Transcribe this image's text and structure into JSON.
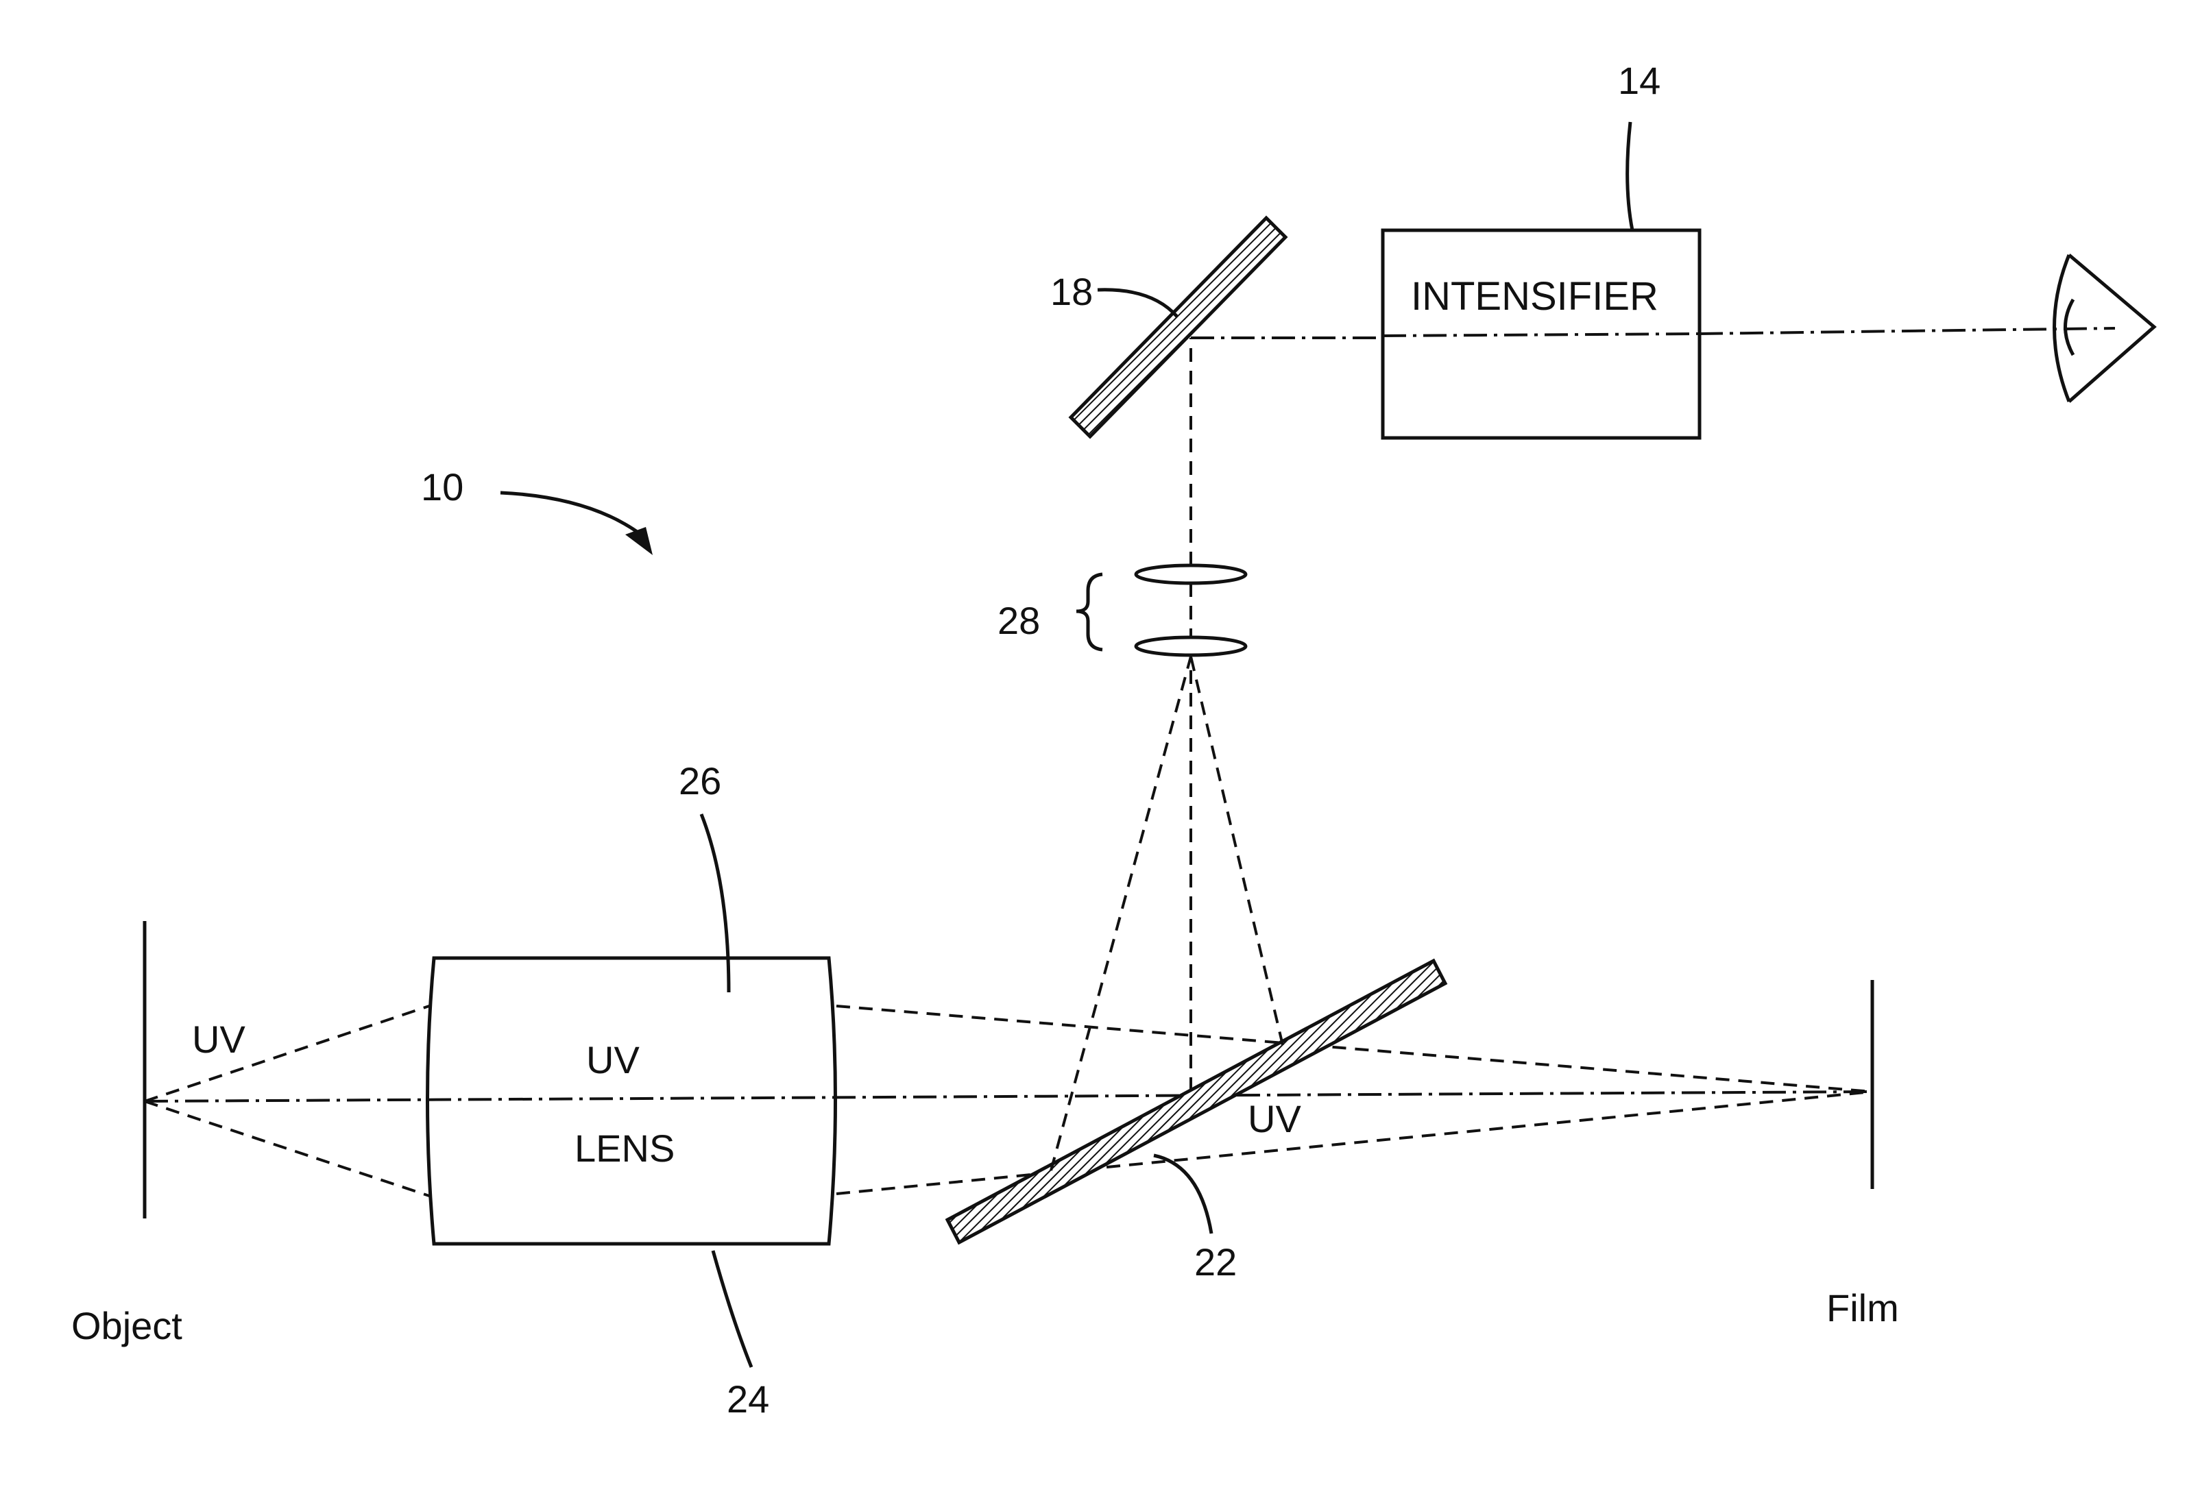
{
  "labels": {
    "system_ref": "10",
    "intensifier_ref": "14",
    "mirror_ref": "18",
    "beamsplitter_ref": "22",
    "lens_lower_ref": "24",
    "lens_upper_ref": "26",
    "relay_lens_ref": "28",
    "intensifier_text": "INTENSIFIER",
    "lens_text_uv": "UV",
    "lens_text_lens": "LENS",
    "uv_object_side": "UV",
    "uv_film_side": "UV",
    "object": "Object",
    "film": "Film"
  }
}
